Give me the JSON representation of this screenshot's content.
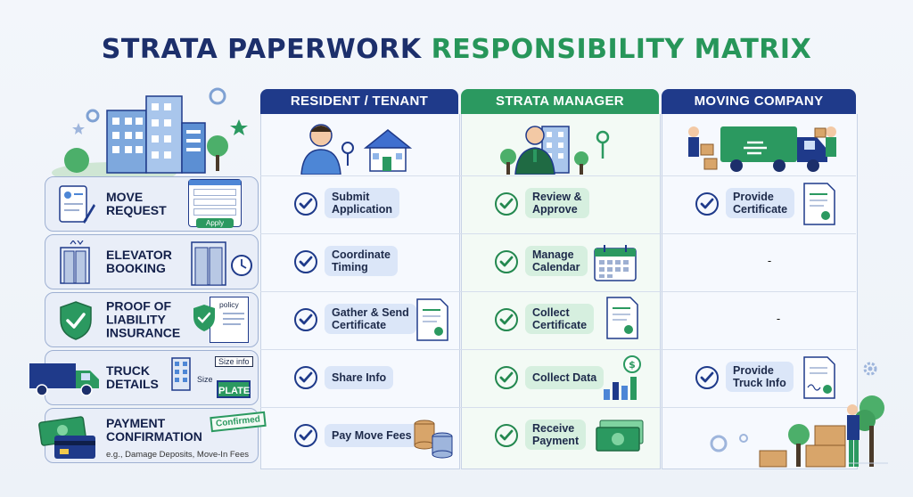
{
  "title": {
    "part1": "STRATA PAPERWORK",
    "part2": "RESPONSIBILITY MATRIX"
  },
  "colors": {
    "navy": "#1f3a8a",
    "green": "#2b9960",
    "title_navy": "#1c2f6b",
    "title_green": "#27965a"
  },
  "columns": [
    {
      "label": "RESIDENT / TENANT",
      "color": "#1f3a8a"
    },
    {
      "label": "STRATA MANAGER",
      "color": "#2b9960"
    },
    {
      "label": "MOVING COMPANY",
      "color": "#1f3a8a"
    }
  ],
  "rows": [
    {
      "label_lines": [
        "MOVE",
        "REQUEST"
      ],
      "icon": "form-pen-icon",
      "form_button": "Apply",
      "cells": [
        [
          "Submit",
          "Application"
        ],
        [
          "Review &",
          "Approve"
        ],
        [
          "Provide",
          "Certificate"
        ]
      ]
    },
    {
      "label_lines": [
        "ELEVATOR",
        "BOOKING"
      ],
      "icon": "elevator-icon",
      "cells": [
        [
          "Coordinate",
          "Timing"
        ],
        [
          "Manage",
          "Calendar"
        ],
        "-"
      ]
    },
    {
      "label_lines": [
        "PROOF OF",
        "LIABILITY",
        "INSURANCE"
      ],
      "icon": "shield-check-icon",
      "doc_label": "policy",
      "cells": [
        [
          "Gather & Send",
          "Certificate"
        ],
        [
          "Collect",
          "Certificate"
        ],
        "-"
      ]
    },
    {
      "label_lines": [
        "TRUCK",
        "DETAILS"
      ],
      "icon": "truck-icon",
      "size_info": "Size info",
      "size_label": "Size",
      "plate": "PLATE",
      "cells": [
        [
          "Share Info"
        ],
        [
          "Collect Data"
        ],
        [
          "Provide",
          "Truck Info"
        ]
      ]
    },
    {
      "label_lines": [
        "PAYMENT",
        "CONFIRMATION"
      ],
      "sub": "e.g., Damage Deposits, Move-In Fees",
      "icon": "money-card-icon",
      "stamp": "Confirmed",
      "cells": [
        [
          "Pay Move Fees"
        ],
        [
          "Receive",
          "Payment"
        ],
        null
      ]
    }
  ]
}
